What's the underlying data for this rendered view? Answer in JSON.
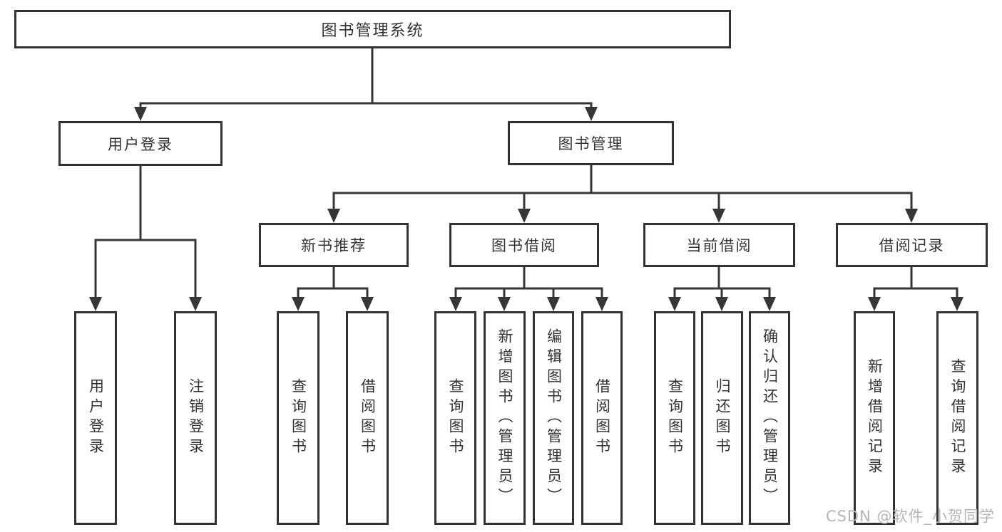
{
  "diagram_title": "图书管理系统",
  "tree": {
    "label": "图书管理系统",
    "children": [
      {
        "label": "用户登录",
        "children": [
          {
            "label": "用户登录"
          },
          {
            "label": "注销登录"
          }
        ]
      },
      {
        "label": "图书管理",
        "children": [
          {
            "label": "新书推荐",
            "children": [
              {
                "label": "查询图书"
              },
              {
                "label": "借阅图书"
              }
            ]
          },
          {
            "label": "图书借阅",
            "children": [
              {
                "label": "查询图书"
              },
              {
                "label": "新增图书（管理员）"
              },
              {
                "label": "编辑图书（管理员）"
              },
              {
                "label": "借阅图书"
              }
            ]
          },
          {
            "label": "当前借阅",
            "children": [
              {
                "label": "查询图书"
              },
              {
                "label": "归还图书"
              },
              {
                "label": "确认归还（管理员）"
              }
            ]
          },
          {
            "label": "借阅记录",
            "children": [
              {
                "label": "新增借阅记录"
              },
              {
                "label": "查询借阅记录"
              }
            ]
          }
        ]
      }
    ]
  },
  "watermark": "CSDN @软件_小贺同学",
  "colors": {
    "line": "#363636",
    "box_border": "#333333",
    "text": "#333333",
    "background": "#ffffff",
    "watermark": "#b5b5b5"
  }
}
